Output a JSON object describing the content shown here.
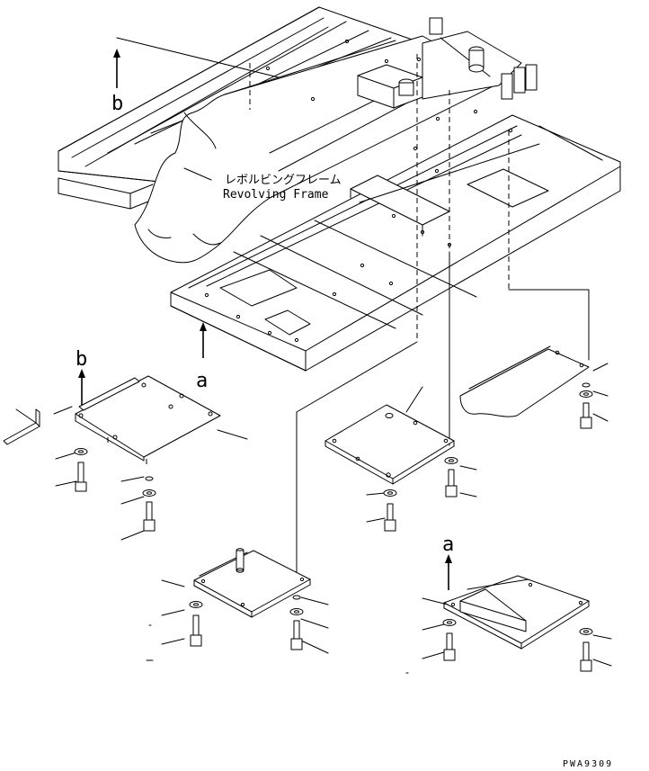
{
  "frame_label_jp": "レボルビングフレーム",
  "frame_label_en": "Revolving Frame",
  "callout_a": "a",
  "callout_b": "b",
  "drawing_code": "PWA9309"
}
